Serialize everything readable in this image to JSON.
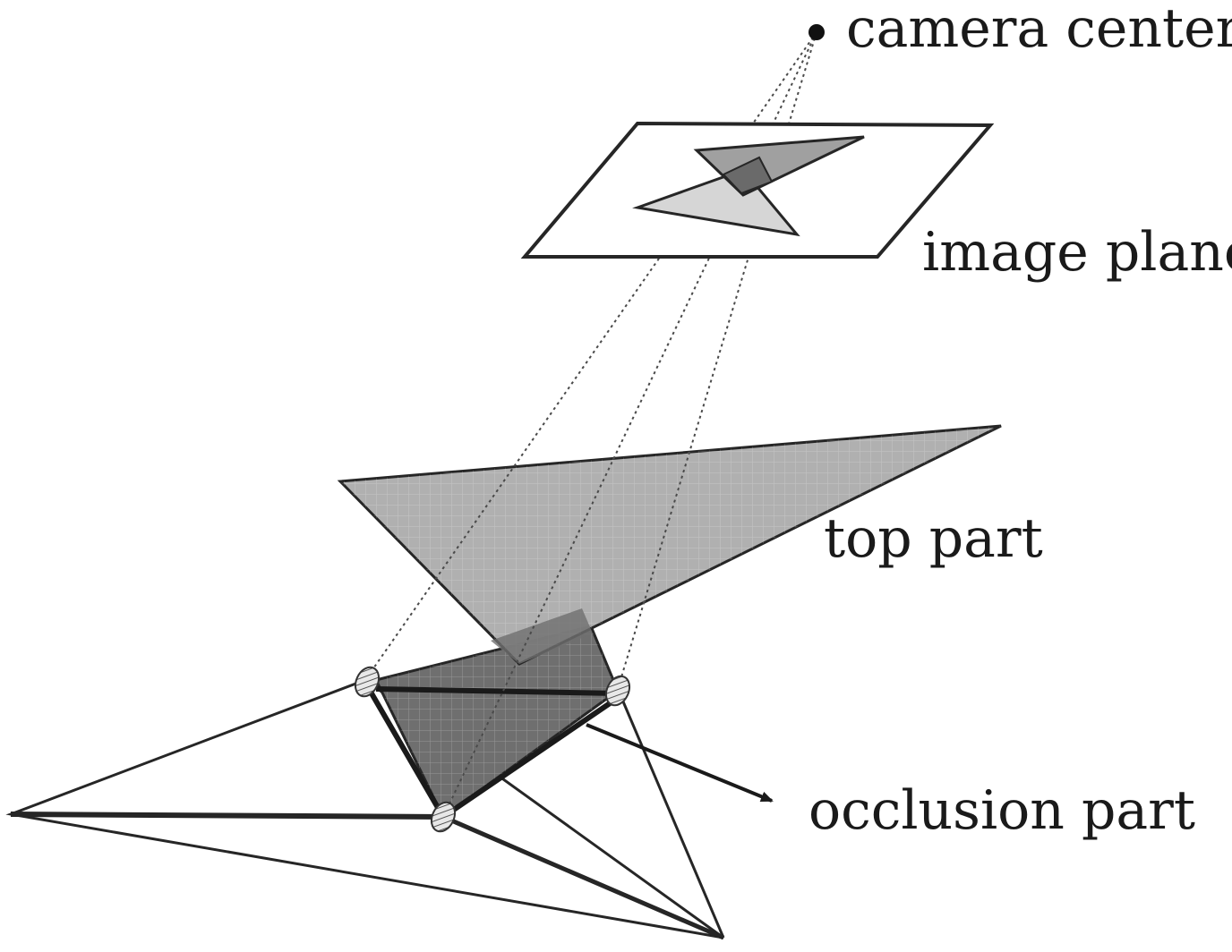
{
  "labels": {
    "camera_center": "camera center",
    "image_plane": "image plane",
    "top_part": "top part",
    "occlusion_part": "occlusion part"
  },
  "colors": {
    "stroke": "#262626",
    "top_part_fill": "#a9a9a9",
    "occlusion_fill": "#6f6f6f",
    "image_tri_light": "#d6d6d6",
    "image_tri_dark": "#9a9a9a",
    "background": "#ffffff"
  }
}
